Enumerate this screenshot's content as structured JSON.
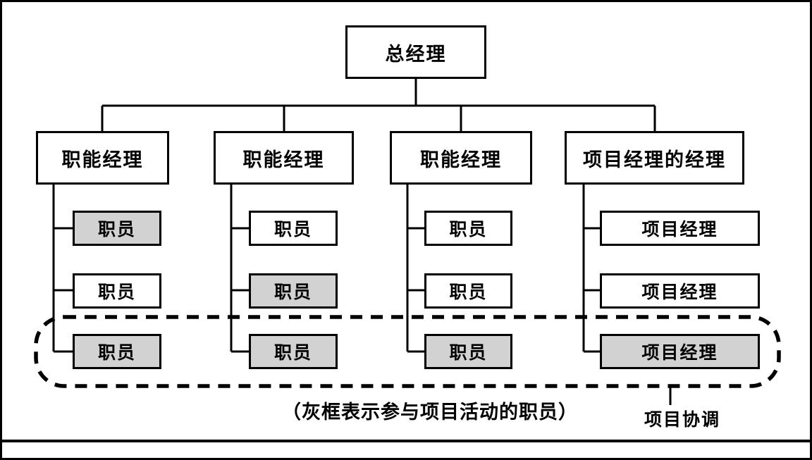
{
  "org": {
    "root": {
      "label": "总经理"
    },
    "managers": [
      {
        "label": "职能经理"
      },
      {
        "label": "职能经理"
      },
      {
        "label": "职能经理"
      },
      {
        "label": "项目经理的经理"
      }
    ],
    "staff": {
      "col1": [
        {
          "label": "职员",
          "highlighted": true
        },
        {
          "label": "职员",
          "highlighted": false
        },
        {
          "label": "职员",
          "highlighted": true
        }
      ],
      "col2": [
        {
          "label": "职员",
          "highlighted": false
        },
        {
          "label": "职员",
          "highlighted": true
        },
        {
          "label": "职员",
          "highlighted": true
        }
      ],
      "col3": [
        {
          "label": "职员",
          "highlighted": false
        },
        {
          "label": "职员",
          "highlighted": false
        },
        {
          "label": "职员",
          "highlighted": true
        }
      ],
      "col4": [
        {
          "label": "项目经理",
          "highlighted": false
        },
        {
          "label": "项目经理",
          "highlighted": false
        },
        {
          "label": "项目经理",
          "highlighted": true
        }
      ]
    },
    "legend_note": "（灰框表示参与项目活动的职员）",
    "coordination_label": "项目协调",
    "colors": {
      "highlight_fill": "#d2d2d2",
      "line": "#000000",
      "background": "#ffffff"
    }
  }
}
